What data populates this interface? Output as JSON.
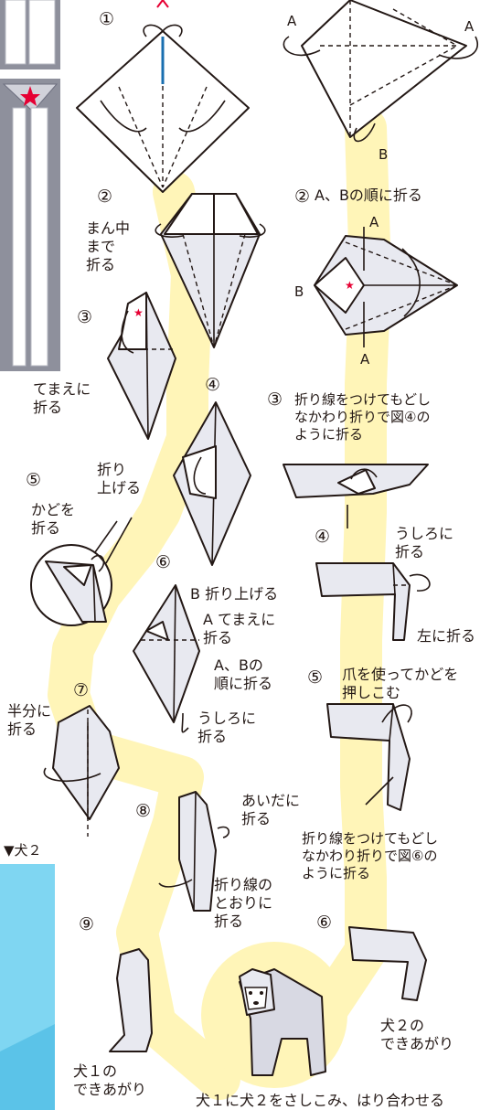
{
  "dog1": {
    "steps": {
      "s1": "①",
      "s2": "②",
      "s3": "③",
      "s4": "④",
      "s5": "⑤",
      "s6": "⑥",
      "s7": "⑦",
      "s8": "⑧",
      "s9": "⑨"
    },
    "labels": {
      "fold_to_center": "まん中\nまで\n折る",
      "fold_front": "てまえに\n折る",
      "fold_up": "折り\n上げる",
      "fold_corner": "かどを\n折る",
      "b_fold_up": "B 折り上げる",
      "a_fold_front": "A てまえに\n折る",
      "ab_order": "A、Bの\n順に折る",
      "fold_back": "うしろに\n折る",
      "fold_half": "半分に\n折る",
      "fold_between": "あいだに\n折る",
      "fold_along_lines": "折り線の\nとおりに\n折る",
      "done": "犬１の\nできあがり"
    }
  },
  "dog2": {
    "header": "▼犬２",
    "letters": {
      "A": "A",
      "B": "B"
    },
    "steps": {
      "s2": "②",
      "s3": "③",
      "s4": "④",
      "s5": "⑤",
      "s6": "⑥"
    },
    "labels": {
      "ab_fold": "A、Bの順に折る",
      "inside_reverse_4": "折り線をつけてもどし\nなかわり折りで図④の\nように折る",
      "fold_back": "うしろに\n折る",
      "fold_left": "左に折る",
      "push_corner": "爪を使ってかどを\n押しこむ",
      "inside_reverse_6": "折り線をつけてもどし\nなかわり折りで図⑥の\nように折る",
      "done": "犬２の\nできあがり"
    }
  },
  "footer": "犬１に犬２をさしこみ、はり合わせる",
  "colors": {
    "guide_path": "#fff5b8",
    "paper": "#e8e9f0",
    "blue_panel": "#7fd6f2",
    "marker": "#e60033"
  }
}
